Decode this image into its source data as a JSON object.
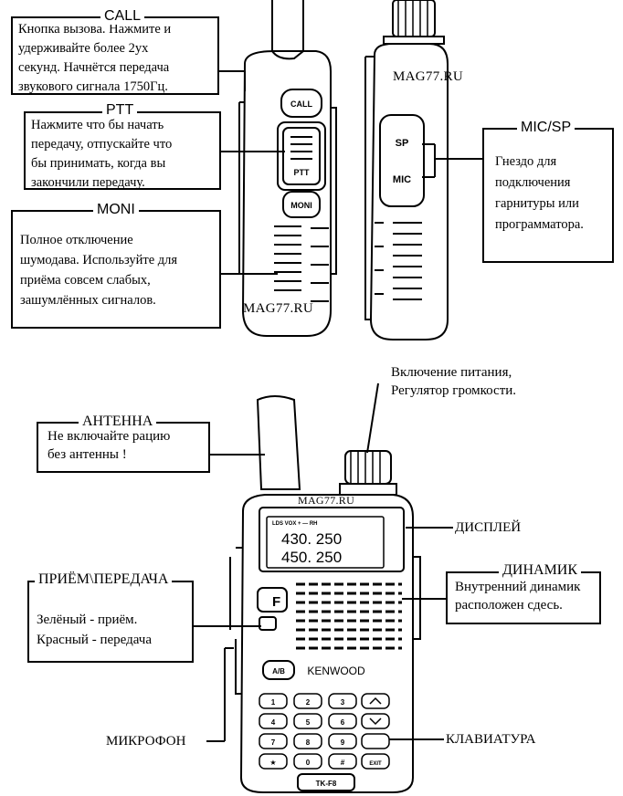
{
  "top": {
    "call": {
      "title": "CALL",
      "text": "Кнопка вызова. Нажмите и\nудерживайте более 2ух\nсекунд. Начнётся передача\nзвукового сигнала 1750Гц."
    },
    "ptt": {
      "title": "PTT",
      "text": "Нажмите что бы начать\nпередачу, отпускайте что\nбы принимать, когда вы\nзакончили передачу."
    },
    "moni": {
      "title": "MONI",
      "text": "Полное отключение\nшумодава. Используйте для\nприёма совсем слабых,\nзашумлённых сигналов."
    },
    "mic_sp": {
      "title": "MIC/SP",
      "text": "Гнездо для\nподключения\nгарнитуры или\nпрограмматора."
    },
    "watermark_right": "MAG77.RU",
    "watermark_bottom": "MAG77.RU",
    "device_labels": {
      "call_btn": "CALL",
      "ptt_btn": "PTT",
      "moni_btn": "MONI",
      "sp": "SP",
      "mic": "MIC"
    }
  },
  "bottom": {
    "power": "Включение питания,\nРегулятор громкости.",
    "antenna": {
      "title": "АНТЕННА",
      "text": "Не включайте рацию\nбез антенны !"
    },
    "display_label": "ДИСПЛЕЙ",
    "speaker": {
      "title": "ДИНАМИК",
      "text": "Внутренний динамик\nрасположен сдесь."
    },
    "rxtx": {
      "title": "ПРИЁМ\\ПЕРЕДАЧА",
      "text": "Зелёный - приём.\nКрасный - передача"
    },
    "mic_label": "МИКРОФОН",
    "keypad_label": "КЛАВИАТУРА",
    "watermark": "MAG77.RU",
    "device": {
      "brand": "KENWOOD",
      "model": "TK-F8",
      "f_key": "F",
      "ab_key": "A/B",
      "display_top": "LDS VOX + — RH",
      "freq1": "430. 250",
      "freq2": "450. 250",
      "keys": [
        "1",
        "2",
        "3",
        "",
        "4",
        "5",
        "6",
        "",
        "7",
        "8",
        "9",
        "",
        "★",
        "0",
        "#",
        "EXIT"
      ]
    }
  }
}
